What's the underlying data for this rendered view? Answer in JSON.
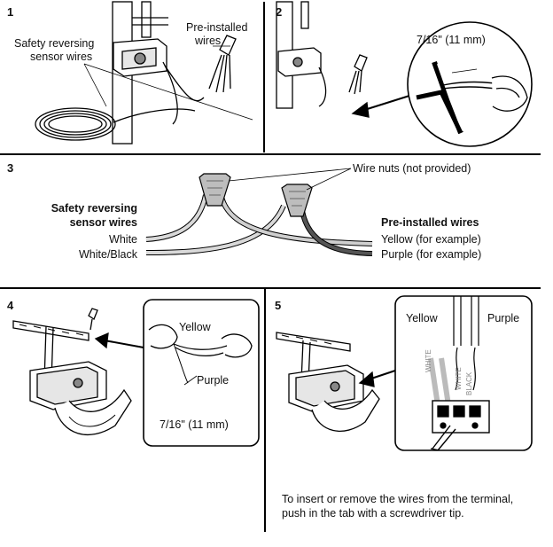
{
  "step1": {
    "number": "1",
    "label_sensor": [
      "Safety reversing",
      "sensor wires"
    ],
    "label_preinstalled": [
      "Pre-installed",
      "wires"
    ]
  },
  "step2": {
    "number": "2",
    "measure": "7/16\" (11 mm)"
  },
  "step3": {
    "number": "3",
    "wire_nuts": "Wire nuts (not provided)",
    "sensor_title": [
      "Safety reversing",
      "sensor wires"
    ],
    "sensor_colors": [
      "White",
      "White/Black"
    ],
    "pre_title": "Pre-installed wires",
    "pre_colors": [
      "Yellow (for example)",
      "Purple (for example)"
    ]
  },
  "step4": {
    "number": "4",
    "yellow": "Yellow",
    "purple": "Purple",
    "measure": "7/16\" (11 mm)"
  },
  "step5": {
    "number": "5",
    "yellow": "Yellow",
    "purple": "Purple",
    "terminal_labels": [
      "WHITE",
      "WHITE",
      "BLACK"
    ],
    "note": [
      "To insert or remove the wires from the terminal,",
      "push in the tab with a screwdriver tip."
    ]
  },
  "colors": {
    "line": "#000000",
    "wire_white": "#bfbfbf",
    "wire_dark": "#555555",
    "wire_purple": "#333333"
  }
}
